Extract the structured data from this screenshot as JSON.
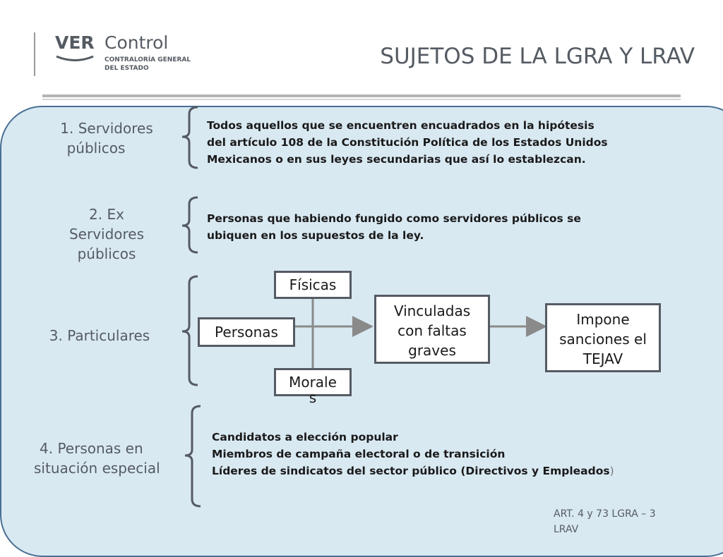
{
  "logo": {
    "brand_bold": "VER",
    "brand_light": "Control",
    "sub_line1": "CONTRALORÍA GENERAL",
    "sub_line2": "DEL ESTADO"
  },
  "title": "SUJETOS DE LA LGRA Y LRAV",
  "sections": [
    {
      "label_lines": [
        "1. Servidores",
        "públicos"
      ],
      "description_lines": [
        "Todos aquellos que se encuentren encuadrados en la hipótesis",
        "del artículo 108 de la Constitución Política de los Estados Unidos",
        "Mexicanos o en sus leyes secundarias que así lo establezcan."
      ]
    },
    {
      "label_lines": [
        "2. Ex",
        "Servidores",
        "públicos"
      ],
      "description_lines": [
        "Personas que habiendo fungido como servidores públicos se",
        "ubiquen en los supuestos de la ley."
      ]
    },
    {
      "label_lines": [
        "3. Particulares"
      ],
      "flow": {
        "fisicas": "Físicas",
        "personas": "Personas",
        "morales_line1": "Morale",
        "morales_line2": "s",
        "vinculadas_lines": [
          "Vinculadas",
          "con faltas",
          "graves"
        ],
        "impone_lines": [
          "Impone",
          "sanciones el",
          "TEJAV"
        ]
      }
    },
    {
      "label_lines": [
        "4. Personas en",
        "situación especial"
      ],
      "description_lines": [
        "Candidatos a elección popular",
        "Miembros de campaña electoral o de transición",
        "Líderes de sindicatos del sector público (Directivos y Empleados"
      ],
      "description_tail": ")"
    }
  ],
  "footer_lines": [
    "ART. 4 y 73 LGRA – 3",
    "LRAV"
  ],
  "colors": {
    "panel_fill": "#d9e9f2",
    "panel_border": "#4a6f93",
    "text_gray": "#555b63",
    "rule": "#b5b5b5"
  }
}
